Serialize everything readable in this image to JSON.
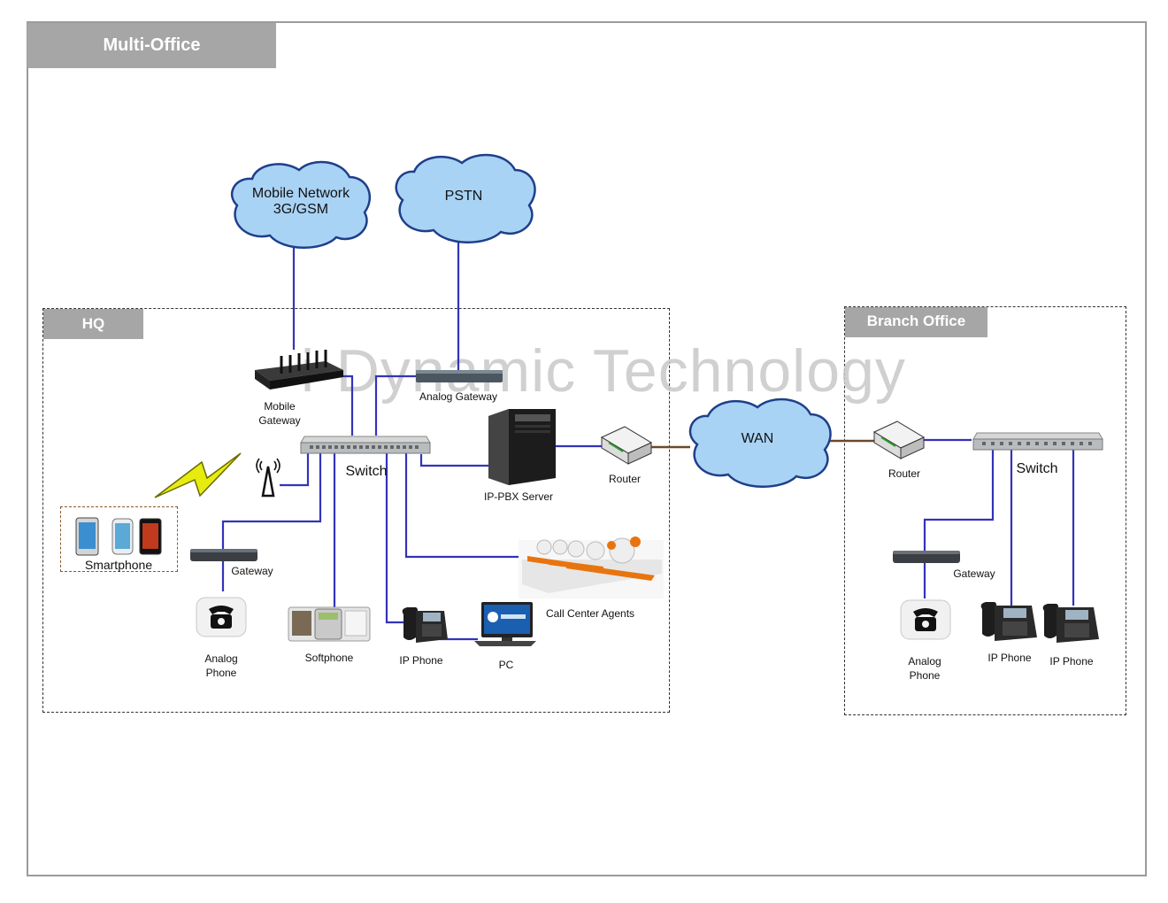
{
  "title": "Multi-Office",
  "watermark": "i-Dynamic Technology",
  "zones": {
    "hq": "HQ",
    "branch": "Branch Office"
  },
  "clouds": {
    "mobile_network": "Mobile Network\n3G/GSM",
    "pstn": "PSTN",
    "wan": "WAN"
  },
  "hq": {
    "mobile_gateway": "Mobile\nGateway",
    "analog_gateway": "Analog Gateway",
    "switch": "Switch",
    "ip_pbx_server": "IP-PBX Server",
    "router": "Router",
    "smartphone": "Smartphone",
    "gateway": "Gateway",
    "analog_phone": "Analog\nPhone",
    "softphone": "Softphone",
    "ip_phone": "IP Phone",
    "pc": "PC",
    "call_center_agents": "Call Center Agents"
  },
  "branch": {
    "router": "Router",
    "switch": "Switch",
    "gateway": "Gateway",
    "analog_phone": "Analog\nPhone",
    "ip_phone_1": "IP Phone",
    "ip_phone_2": "IP Phone"
  },
  "colors": {
    "link": "#3333bb",
    "wan_link": "#6b4a2b",
    "cloud_fill": "#a9d3f5",
    "cloud_stroke": "#1f3f8a",
    "tab_gray": "#a6a6a6"
  }
}
